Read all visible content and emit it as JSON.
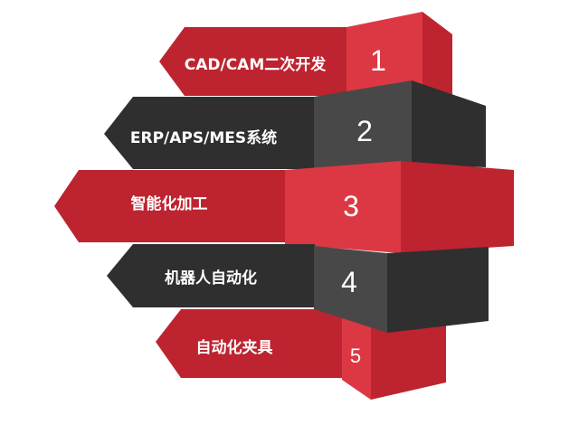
{
  "colors": {
    "red": "#bd2430",
    "red_light": "#dc3843",
    "dark": "#2f2f2f",
    "dark_light": "#484848"
  },
  "steps": [
    {
      "number": "1",
      "label": "CAD/CAM二次开发",
      "theme": "red"
    },
    {
      "number": "2",
      "label": "ERP/APS/MES系统",
      "theme": "dark"
    },
    {
      "number": "3",
      "label": "智能化加工",
      "theme": "red"
    },
    {
      "number": "4",
      "label": "机器人自动化",
      "theme": "dark"
    },
    {
      "number": "5",
      "label": "自动化夹具",
      "theme": "red"
    }
  ]
}
